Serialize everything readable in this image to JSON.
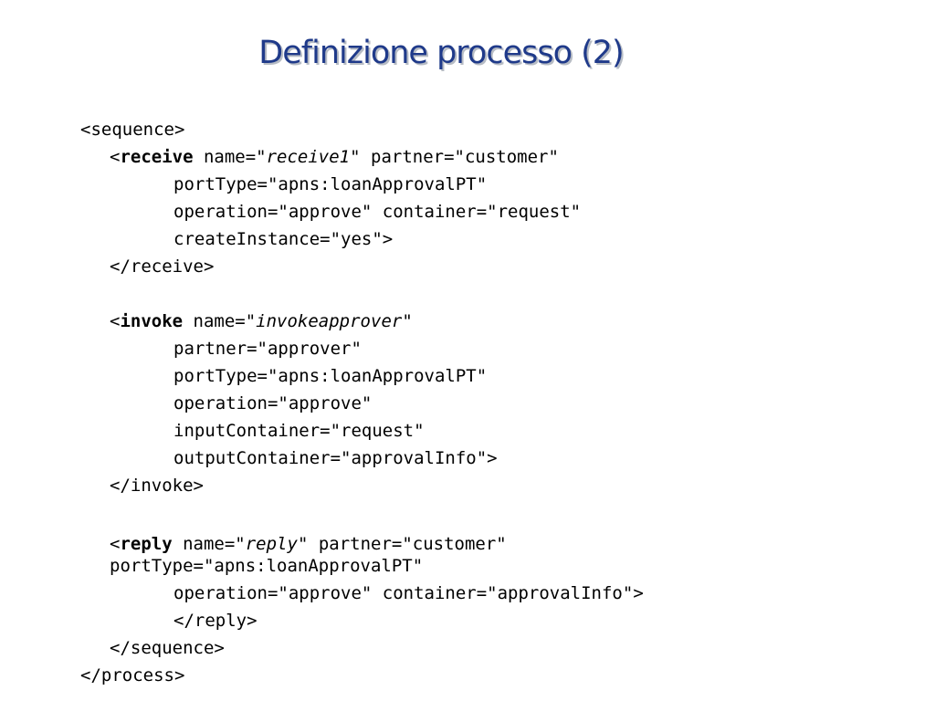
{
  "slide": {
    "title": "Definizione processo (2)"
  },
  "code": {
    "seq_open": "<sequence>",
    "receive": {
      "lt": "<",
      "tag": "receive",
      "a1": " name=\"",
      "name": "receive1",
      "a2": "\" partner=\"customer\""
    },
    "receive_l2": "portType=\"apns:loanApprovalPT\"",
    "receive_l3": "operation=\"approve\" container=\"request\"",
    "receive_l4": "createInstance=\"yes\">",
    "receive_close": "</receive>",
    "invoke": {
      "lt": "<",
      "tag": "invoke",
      "a1": " name=\"",
      "name": "invokeapprover",
      "a2": "\""
    },
    "invoke_l2": "partner=\"approver\"",
    "invoke_l3": "portType=\"apns:loanApprovalPT\"",
    "invoke_l4": "operation=\"approve\"",
    "invoke_l5": "inputContainer=\"request\"",
    "invoke_l6": "outputContainer=\"approvalInfo\">",
    "invoke_close": "</invoke>",
    "reply": {
      "lt": "<",
      "tag": "reply",
      "a1": " name=\"",
      "name": "reply",
      "a2": "\" partner=\"customer\""
    },
    "reply_l2": "portType=\"apns:loanApprovalPT\"",
    "reply_l3": "operation=\"approve\" container=\"approvalInfo\">",
    "reply_close": "</reply>",
    "seq_close": "</sequence>",
    "process_close": "</process>"
  }
}
